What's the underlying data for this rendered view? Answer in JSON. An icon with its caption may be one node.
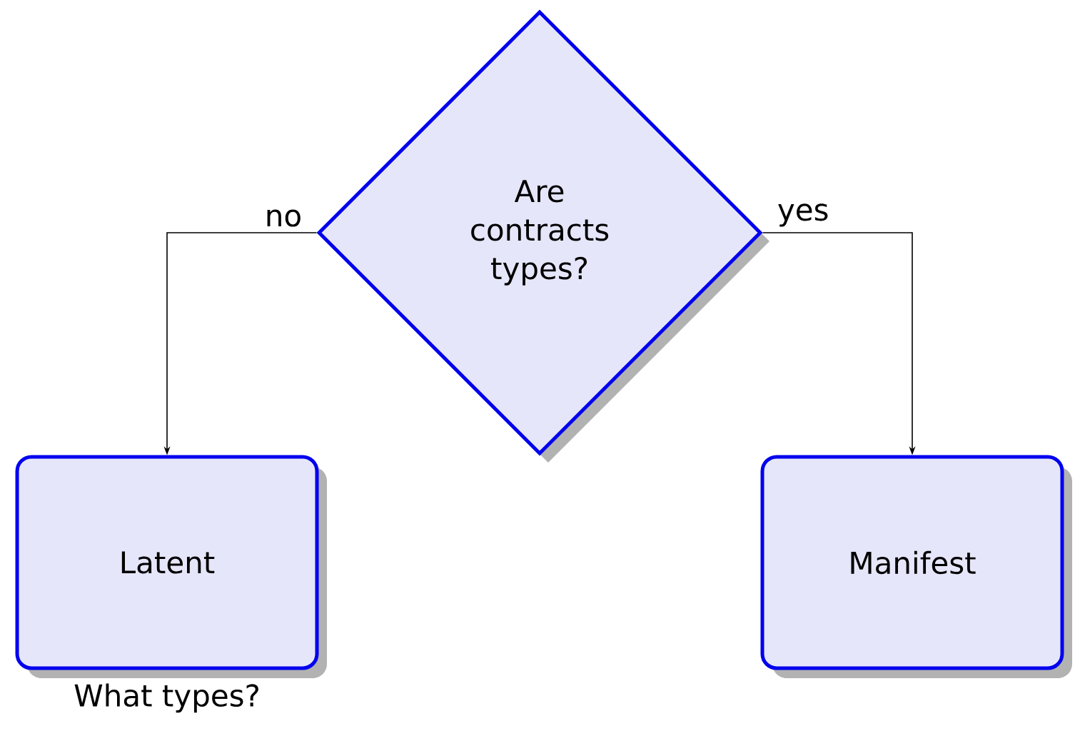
{
  "diagram": {
    "nodes": [
      {
        "text": [
          "Are contracts types?"
        ]
      },
      {
        "text": [
          "Latent"
        ],
        "beside": [
          "What types?"
        ]
      },
      {
        "text": [
          "Manifest"
        ]
      }
    ],
    "edges": [
      {
        "from": 0,
        "to": 1,
        "arrow": "to",
        "label": "no"
      },
      {
        "from": 0,
        "to": 2,
        "arrow": "to",
        "label": "yes"
      }
    ]
  }
}
